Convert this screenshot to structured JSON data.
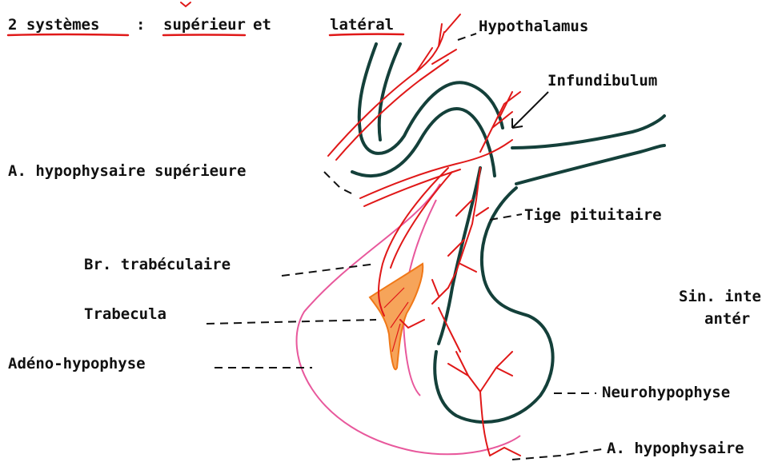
{
  "header": {
    "part1": "2 systèmes",
    "part2": ":",
    "part3": "supérieur",
    "part4": "et",
    "part5": "latéral"
  },
  "labels": {
    "hypothalamus": "Hypothalamus",
    "infundibulum": "Infundibulum",
    "a_hypophysaire_superieure": "A. hypophysaire supérieure",
    "tige_pituitaire": "Tige pituitaire",
    "br_trabeculaire": "Br. trabéculaire",
    "trabecula": "Trabecula",
    "adeno_hypophyse": "Adéno-hypophyse",
    "sin_inter": "Sin. inte",
    "anter": "antér",
    "neurohypophyse": "Neurohypophyse",
    "a_hypophysaire": "A. hypophysaire"
  },
  "colors": {
    "artery": "#e01818",
    "structure": "#14403a",
    "adenohypophysis": "#e8589c",
    "trabecula": "#f07818",
    "underline": "#e01818",
    "text": "#111111"
  }
}
